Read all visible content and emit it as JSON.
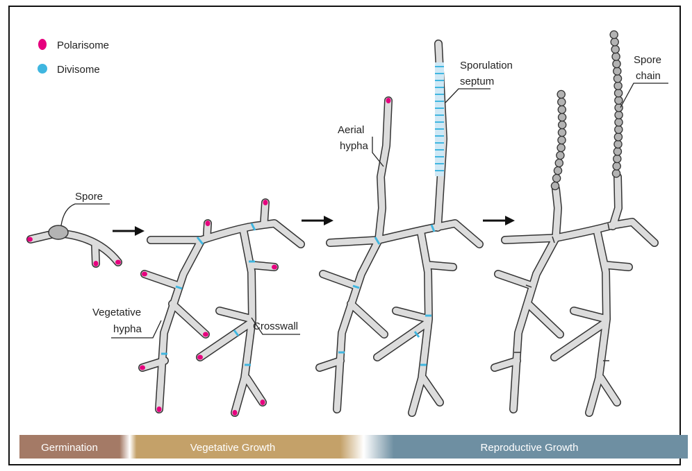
{
  "legend": {
    "polarisome_label": "Polarisome",
    "divisome_label": "Divisome",
    "polarisome_color": "#e6007e",
    "divisome_color": "#3fb6e0"
  },
  "labels": {
    "spore": "Spore",
    "vegetative_hypha_line1": "Vegetative",
    "vegetative_hypha_line2": "hypha",
    "crosswall": "Crosswall",
    "aerial_hypha_line1": "Aerial",
    "aerial_hypha_line2": "hypha",
    "sporulation_septum_line1": "Sporulation",
    "sporulation_septum_line2": "septum",
    "spore_chain_line1": "Spore",
    "spore_chain_line2": "chain"
  },
  "timeline": {
    "germination": "Germination",
    "vegetative_growth": "Vegetative Growth",
    "reproductive_growth": "Reproductive Growth",
    "germination_color": "#a47a66",
    "vegetative_color": "#c4a169",
    "reproductive_color": "#6e8fa2"
  },
  "colors": {
    "hypha_fill": "#dcdcdc",
    "hypha_outline": "#333333"
  }
}
